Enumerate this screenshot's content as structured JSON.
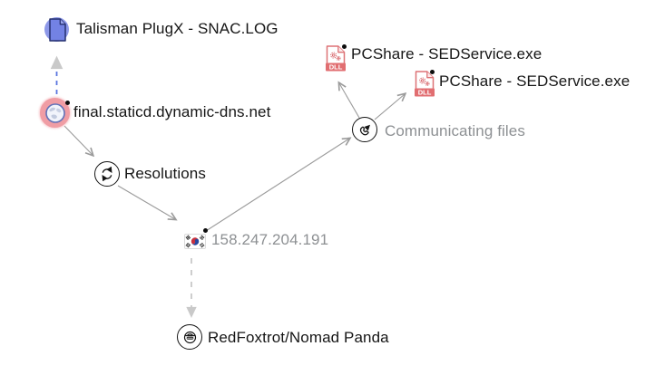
{
  "graph": {
    "nodes": [
      {
        "id": "talisman-file",
        "label": "Talisman PlugX - SNAC.LOG",
        "type": "file",
        "icon": "document-icon"
      },
      {
        "id": "domain",
        "label": "final.staticd.dynamic-dns.net",
        "type": "domain",
        "icon": "globe-icon",
        "highlighted": true
      },
      {
        "id": "resolutions",
        "label": "Resolutions",
        "type": "relationship",
        "icon": "sync-icon"
      },
      {
        "id": "ip",
        "label": "158.247.204.191",
        "type": "ip-address",
        "icon": "flag-south-korea-icon"
      },
      {
        "id": "communicating-files",
        "label": "Communicating files",
        "type": "relationship",
        "icon": "phone-outgoing-icon"
      },
      {
        "id": "pcshare-1",
        "label": "PCShare - SEDService.exe",
        "type": "dll-file",
        "icon": "dll-file-icon",
        "badge": "DLL"
      },
      {
        "id": "pcshare-2",
        "label": "PCShare - SEDService.exe",
        "type": "dll-file",
        "icon": "dll-file-icon",
        "badge": "DLL"
      },
      {
        "id": "threat-actor",
        "label": "RedFoxtrot/Nomad Panda",
        "type": "threat-actor",
        "icon": "spy-icon"
      }
    ],
    "edges": [
      {
        "from": "domain",
        "to": "talisman-file",
        "style": "dashed-blue"
      },
      {
        "from": "domain",
        "to": "resolutions",
        "style": "solid"
      },
      {
        "from": "resolutions",
        "to": "ip",
        "style": "solid"
      },
      {
        "from": "ip",
        "to": "communicating-files",
        "style": "solid"
      },
      {
        "from": "communicating-files",
        "to": "pcshare-1",
        "style": "solid"
      },
      {
        "from": "communicating-files",
        "to": "pcshare-2",
        "style": "solid"
      },
      {
        "from": "ip",
        "to": "threat-actor",
        "style": "dashed-gray"
      }
    ]
  },
  "colors": {
    "file_circle_blue": "#8d98e8",
    "document_fill": "#7382e4",
    "document_stroke": "#25306f",
    "halo_pink": "#f09da4",
    "dll_salmon": "#dd7276",
    "edge_gray": "#9b9b9b",
    "edge_blue": "#5b76e0",
    "label_black": "#161616",
    "label_gray": "#8d9093",
    "flag_red": "#c8313e",
    "flag_blue": "#29479d"
  }
}
